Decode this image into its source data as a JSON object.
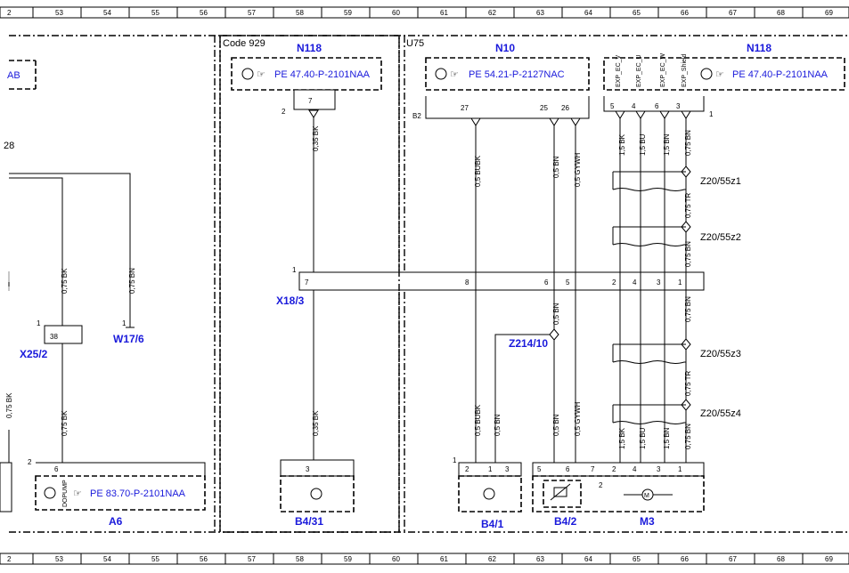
{
  "grid": {
    "columns": [
      "2",
      "53",
      "54",
      "55",
      "56",
      "57",
      "58",
      "59",
      "60",
      "61",
      "62",
      "63",
      "64",
      "65",
      "66",
      "67",
      "68",
      "69"
    ]
  },
  "zones": {
    "code_label": "Code 929",
    "u75": "U75"
  },
  "components": {
    "n118_left": "N118",
    "n10": "N10",
    "n118_right": "N118",
    "a6": "A6",
    "b4_31": "B4/31",
    "b4_1": "B4/1",
    "b4_2": "B4/2",
    "m3": "M3",
    "x18_3": "X18/3",
    "x25_2": "X25/2",
    "w17_6": "W17/6",
    "z214_10": "Z214/10",
    "z20_55z1": "Z20/55z1",
    "z20_55z2": "Z20/55z2",
    "z20_55z3": "Z20/55z3",
    "z20_55z4": "Z20/55z4",
    "b2": "B2"
  },
  "references": {
    "left_cut": "AB",
    "n118_left": "PE 47.40-P-2101NAA",
    "n10": "PE 54.21-P-2127NAC",
    "n118_right": "PE 47.40-P-2101NAA",
    "a6": "PE 83.70-P-2101NAA"
  },
  "edge_labels": {
    "left_28": "28"
  },
  "wires": {
    "bk075": "0,75 BK",
    "bn075": "0,75 BN",
    "bk035": "0,35 BK",
    "bubk05": "0,5 BUBK",
    "bn05": "0,5 BN",
    "gywh05": "0,5 GYWH",
    "bk15": "1,5 BK",
    "bu15": "1,5 BU",
    "bn15": "1,5 BN",
    "bn075b": "0,75 BN",
    "tr075": "0,75 TR",
    "left_cut": "0,75 BK"
  },
  "pins": {
    "n118_left_7": "7",
    "n118_left_2": "2",
    "n10_27": "27",
    "n10_25": "25",
    "n10_26": "26",
    "n118r_5": "5",
    "n118r_4": "4",
    "n118r_6": "6",
    "n118r_3": "3",
    "n118r_1": "1",
    "x18_1": "1",
    "x18_7": "7",
    "x18_8": "8",
    "x18_6": "6",
    "x18_5": "5",
    "x18_2": "2",
    "x18_4": "4",
    "x18_3": "3",
    "x18_1b": "1",
    "x25_1": "1",
    "x25_38": "38",
    "w17_1": "1",
    "a6_2": "2",
    "a6_6": "6",
    "b431_3": "3",
    "b41_1": "1",
    "b41_2": "2",
    "b41_1b": "1",
    "b41_3": "3",
    "m3_5": "5",
    "m3_6": "6",
    "m3_7": "7",
    "m3_2": "2",
    "m3_4": "4",
    "m3_3": "3",
    "m3_1": "1",
    "m3_2b": "2"
  },
  "signals": {
    "a6_dopump": "DOPUMP",
    "exp_ec_v": "EXP_EC_V",
    "exp_ec_u": "EXP_EC_U",
    "exp_ec_w": "EXP_EC_W",
    "exp_shield": "EXP_Shield"
  }
}
